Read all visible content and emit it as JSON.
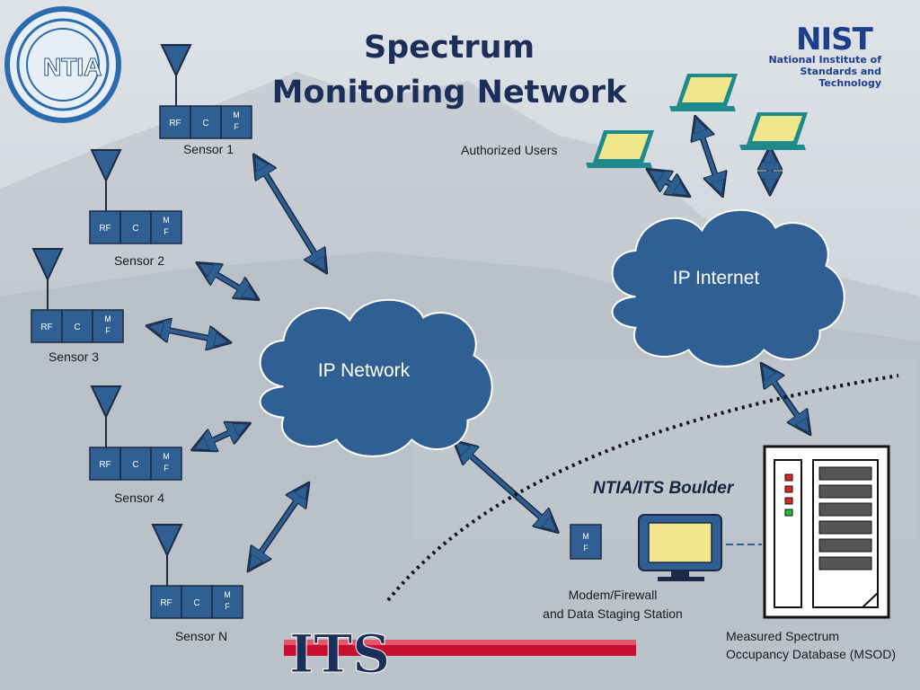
{
  "title": {
    "line1": "Spectrum",
    "line2": "Monitoring Network"
  },
  "logos": {
    "ntia": "NTIA",
    "nist": "NIST",
    "nist_sub_line1": "National Institute of",
    "nist_sub_line2": "Standards and Technology",
    "its": "ITS"
  },
  "sensor_blocks": {
    "rf": "RF",
    "c": "C",
    "mf": "M\nF"
  },
  "sensors": [
    {
      "label": "Sensor 1"
    },
    {
      "label": "Sensor 2"
    },
    {
      "label": "Sensor 3"
    },
    {
      "label": "Sensor 4"
    },
    {
      "label": "Sensor N"
    }
  ],
  "clouds": {
    "ip_network": "IP Network",
    "ip_internet": "IP Internet"
  },
  "authorized_users": "Authorized Users",
  "boulder_label": "NTIA/ITS Boulder",
  "modem": {
    "block": "M\nF",
    "label_line1": "Modem/Firewall",
    "label_line2": "and Data Staging Station"
  },
  "msod": {
    "label_line1": "Measured Spectrum",
    "label_line2": "Occupancy Database (MSOD)"
  },
  "colors": {
    "accent_blue": "#2e5f93",
    "cloud_blue": "#2f5f93",
    "laptop_screen": "#f0e68c",
    "server_led_red": "#e32222",
    "server_led_green": "#1fbf3a",
    "its_red": "#c8102e"
  }
}
